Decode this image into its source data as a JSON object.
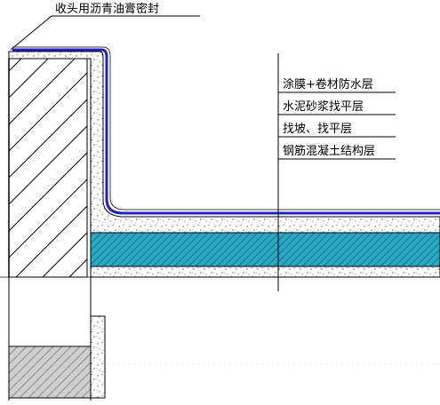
{
  "annotation": {
    "edge_seal": "收头用沥青油膏密封"
  },
  "layers": [
    {
      "id": "waterproof",
      "label": "涂膜+卷材防水层"
    },
    {
      "id": "mortar",
      "label": "水泥砂浆找平层"
    },
    {
      "id": "slope",
      "label": "找坡、找平层"
    },
    {
      "id": "structure",
      "label": "钢筋混凝土结构层"
    }
  ],
  "colors": {
    "membrane": "#2222bb",
    "insulation": "#2aa8c4",
    "line": "#000000",
    "concrete_fill": "#cfcfcf",
    "wall_hatch": "#000000"
  }
}
